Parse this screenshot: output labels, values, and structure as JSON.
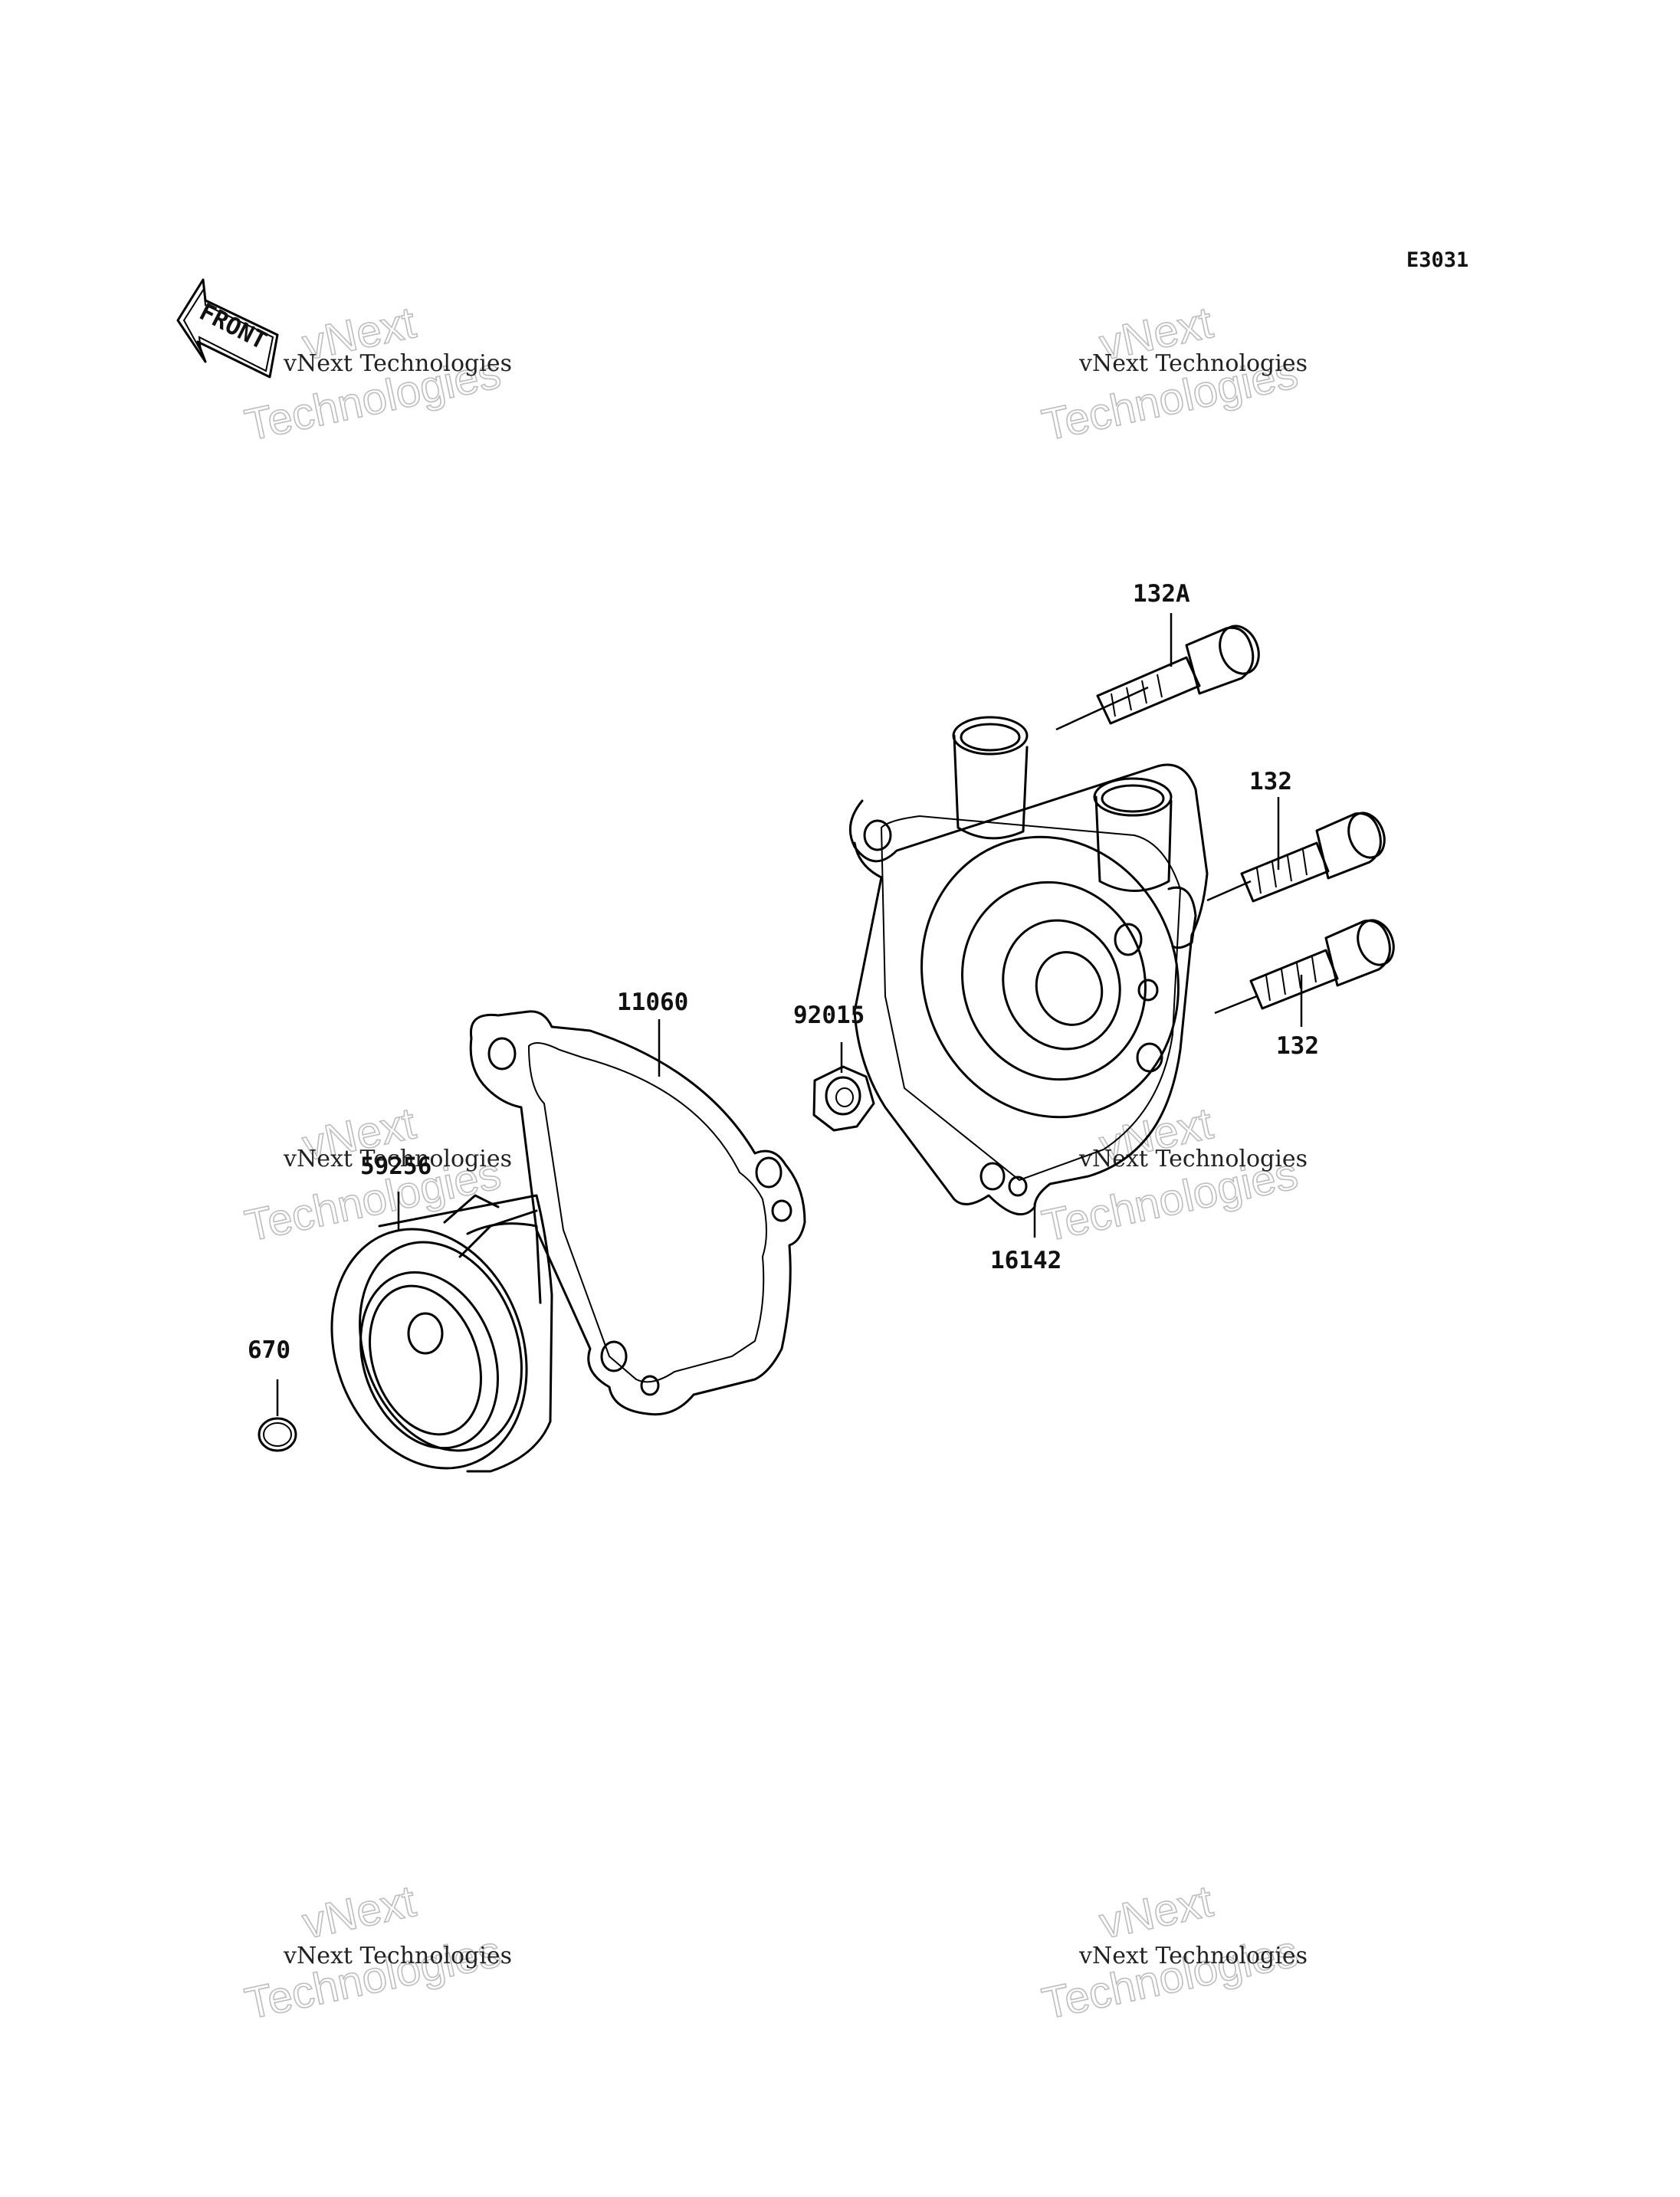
{
  "diagram": {
    "code": "E3031",
    "front_label": "FRONT",
    "parts": [
      {
        "id": "132A"
      },
      {
        "id": "132"
      },
      {
        "id": "132"
      },
      {
        "id": "11060"
      },
      {
        "id": "92015"
      },
      {
        "id": "16142"
      },
      {
        "id": "59256"
      },
      {
        "id": "670"
      }
    ]
  },
  "watermark": {
    "text_small": "vNext Technologies",
    "text_big_1": "vNext",
    "text_big_2": "Technologies"
  }
}
